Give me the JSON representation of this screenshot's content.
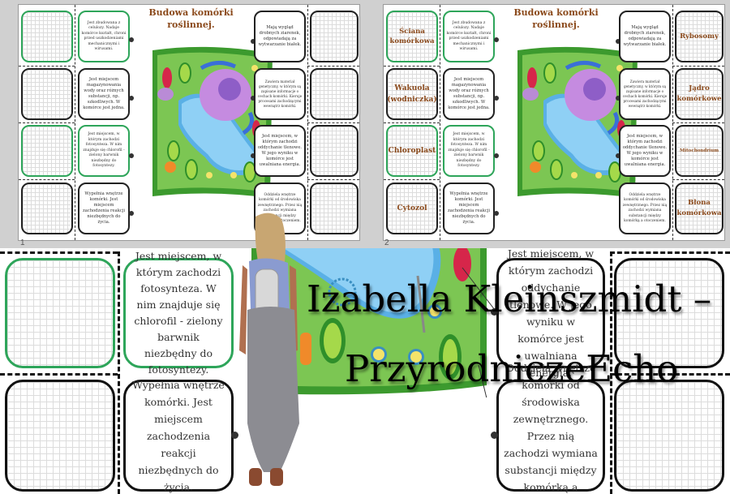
{
  "slides": [
    {
      "number": "1",
      "title": "Budowa komórki roślinnej.",
      "terms": [
        "",
        "",
        "",
        "",
        "",
        "",
        "",
        ""
      ]
    },
    {
      "number": "2",
      "title": "Budowa komórki roślinnej.",
      "terms": [
        "Ściana komórkowa",
        "Wakuola (wodniczka)",
        "Chloroplast",
        "Cytozol",
        "Rybosomy",
        "Jądro komórkowe",
        "Mitochondrium",
        "Błona komórkowa"
      ]
    }
  ],
  "descriptions": {
    "left": [
      "Jest zbudowana z celulozy. Nadaje komórce kształt, chroni przed uszkodzeniami mechanicznymi i wirusami.",
      "Jest miejscem magazynowania wody oraz różnych substancji, np. szkodliwych. W komórce jest jedna.",
      "Jest miejscem, w którym zachodzi fotosynteza. W nim znajduje się chlorofil - zielony barwnik niezbędny do fotosyntezy.",
      "Wypełnia wnętrze komórki. Jest miejscem zachodzenia reakcji niezbędnych do życia."
    ],
    "right": [
      "Mają wygląd drobnych ziarenek, odpowiadają za wytwarzanie białek.",
      "Zawiera materiał genetyczny, w którym są zapisane informacje o cechach komórki. Kieruje procesami zachodzącymi wewnątrz komórki.",
      "Jest miejscem, w którym zachodzi oddychanie tlenowe. W jego wyniku w komórce jest uwalniana energia.",
      "Oddziela wnętrze komórki od środowiska zewnętrznego. Przez nią zachodzi wymiana substancji między komórką a otoczeniem."
    ]
  },
  "watermark": {
    "line1": "Izabella Kleinszmidt –",
    "line2": "PrzyrodniczeEcho"
  },
  "colors": {
    "green_border": "#2ea55a",
    "black_border": "#222222",
    "term_brown": "#8b4a1c",
    "cell_green": "#7cc653",
    "vacuole_blue": "#8fd0f5"
  }
}
